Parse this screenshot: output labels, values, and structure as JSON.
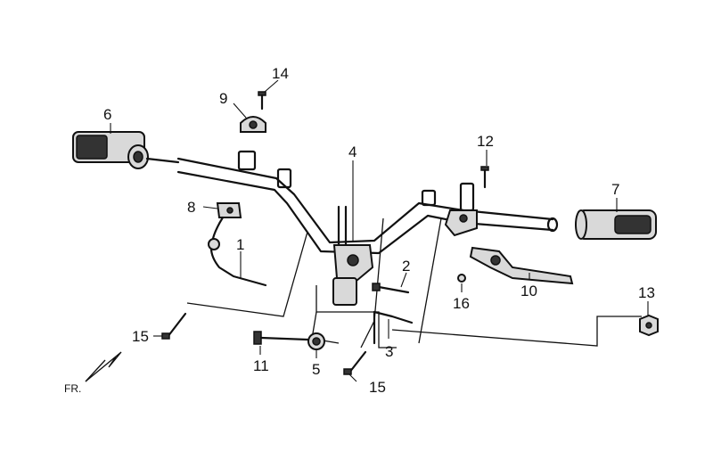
{
  "callouts": {
    "c1": "1",
    "c2": "2",
    "c3": "3",
    "c4": "4",
    "c5": "5",
    "c6": "6",
    "c7": "7",
    "c8": "8",
    "c9": "9",
    "c10": "10",
    "c11": "11",
    "c12": "12",
    "c13": "13",
    "c14": "14",
    "c15a": "15",
    "c15b": "15",
    "c16": "16"
  },
  "direction_label": "FR."
}
